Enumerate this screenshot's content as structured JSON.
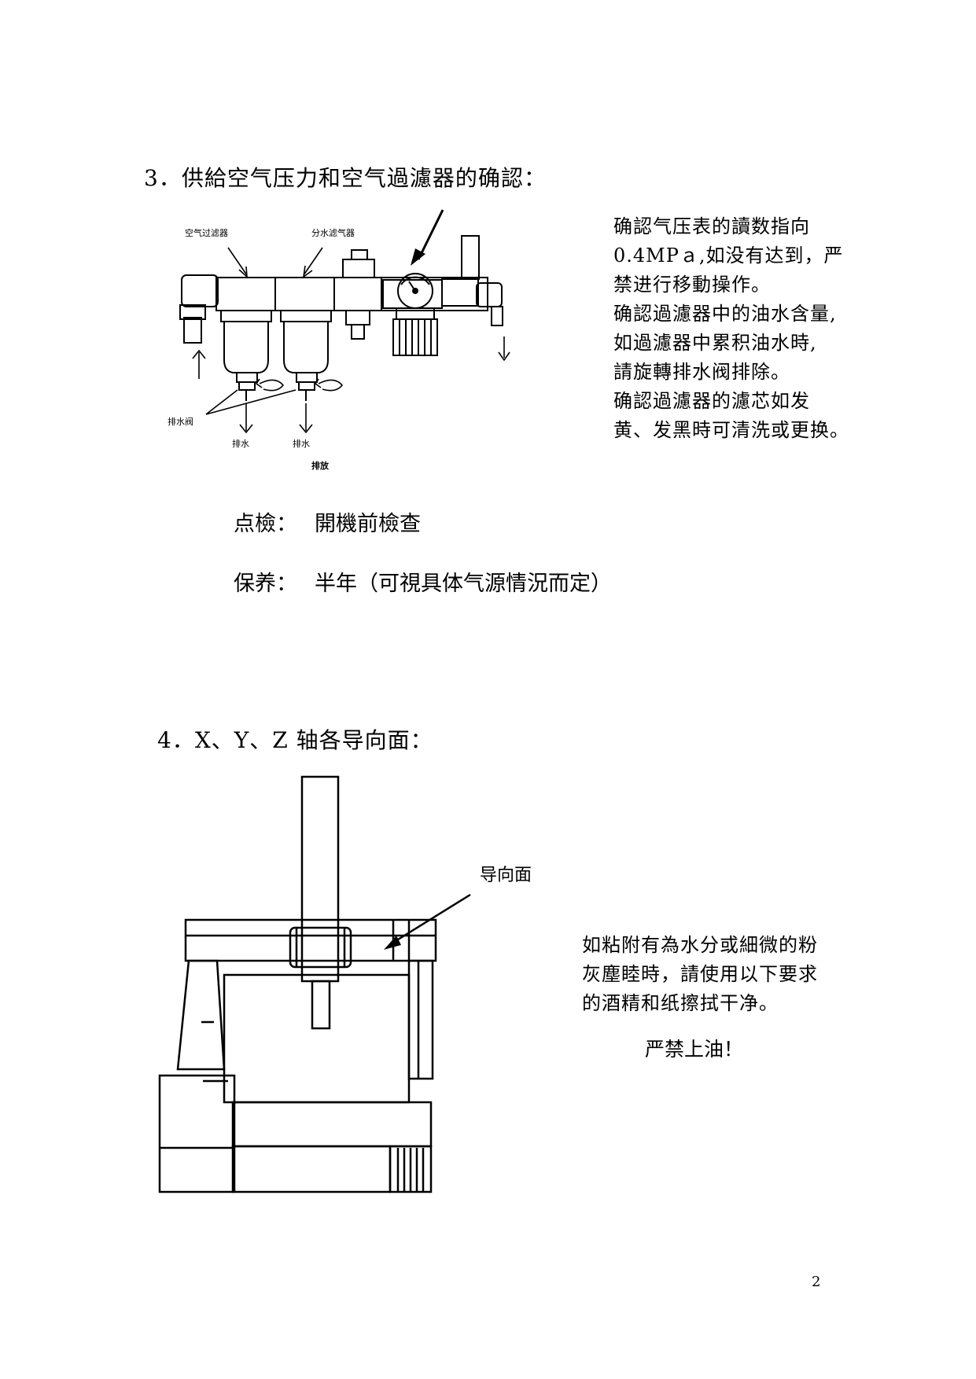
{
  "section3": {
    "heading": "3．供給空气压力和空气過濾器的确認：",
    "diagram_labels": {
      "air_filter": "空气过滤器",
      "water_separator": "分水滤气器",
      "drain_valve": "排水阀",
      "drain_1": "排水",
      "drain_2": "排水",
      "discharge": "排放"
    },
    "description_lines": [
      "确認气压表的讀数指向",
      "0.4MPａ,如没有达到，严",
      "禁进行移動操作。",
      "确認過濾器中的油水含量,",
      "如過濾器中累积油水時,",
      "請旋轉排水阀排除。",
      "确認過濾器的濾芯如发",
      "黄、发黑時可清洗或更换。"
    ],
    "inspection": {
      "label": "点檢：",
      "value": "開機前檢查"
    },
    "maintenance": {
      "label": "保养：",
      "value": "半年（可視具体气源情況而定）"
    }
  },
  "section4": {
    "heading": "4．X、Y、Z 轴各导向面：",
    "guide_label": "导向面",
    "description_lines": [
      "如粘附有為水分或細微的粉",
      "灰塵睦時，請使用以下要求",
      "的酒精和纸擦拭干净。"
    ],
    "warning": "严禁上油！"
  },
  "page_number": "2"
}
